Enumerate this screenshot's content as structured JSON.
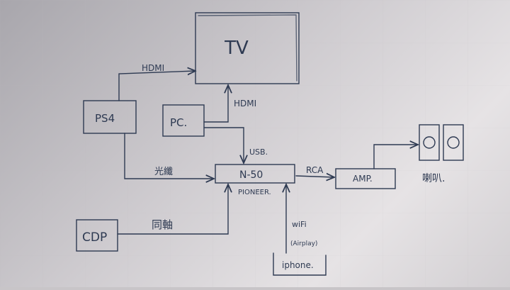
{
  "nodes": {
    "tv": "TV",
    "ps4": "PS4",
    "pc": "PC.",
    "receiver": "N-50",
    "receiver_brand": "PIONEER.",
    "amp": "AMP.",
    "cdp": "CDP",
    "iphone": "iphone.",
    "speakers": "喇叭."
  },
  "connections": {
    "ps4_tv": "HDMI",
    "pc_tv": "HDMI",
    "pc_receiver": "USB.",
    "ps4_receiver": "光纖",
    "receiver_amp": "RCA",
    "cdp_receiver": "同軸",
    "iphone_receiver_1": "wiFi",
    "iphone_receiver_2": "(Airplay)"
  },
  "colors": {
    "ink": "#2e3a52",
    "paper": "#e3e0e2"
  }
}
